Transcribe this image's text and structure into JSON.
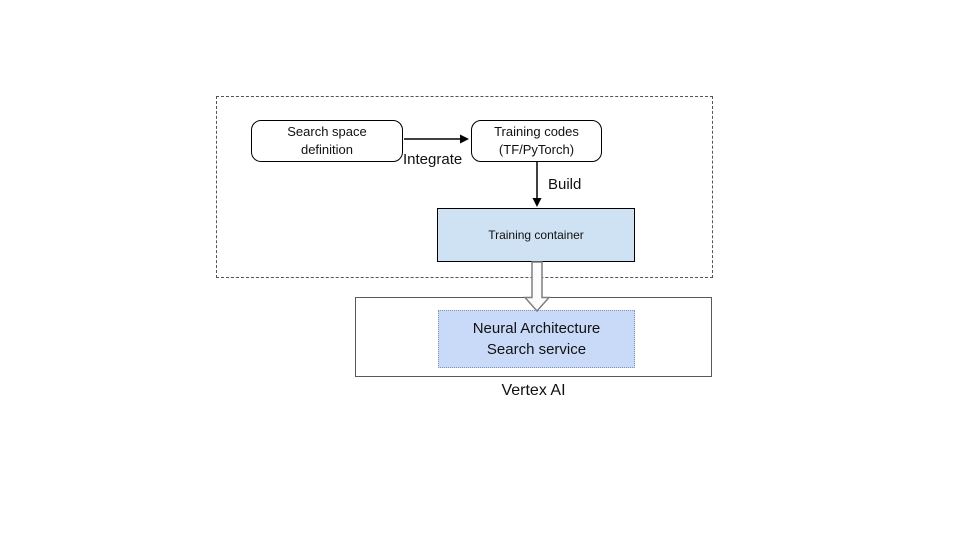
{
  "colors": {
    "page_bg": "#ffffff",
    "text": "#111111",
    "node_border": "#000000",
    "container_fill": "#cfe2f3",
    "nas_fill": "#c9daf8",
    "nas_border": "#8292b8",
    "dashed_border": "#545454",
    "vertex_border": "#595959",
    "arrow": "#000000",
    "thick_arrow_stroke": "#7f7f7f",
    "thick_arrow_fill": "#fcfcfc"
  },
  "nodes": {
    "search_space": {
      "label": "Search space\ndefinition"
    },
    "training_codes": {
      "label": "Training codes\n(TF/PyTorch)"
    },
    "training_container": {
      "label": "Training container"
    },
    "nas_service": {
      "label": "Neural Architecture\nSearch service"
    }
  },
  "edges": {
    "integrate": {
      "label": "Integrate"
    },
    "build": {
      "label": "Build"
    }
  },
  "groups": {
    "vertex_ai": {
      "label": "Vertex AI"
    }
  }
}
